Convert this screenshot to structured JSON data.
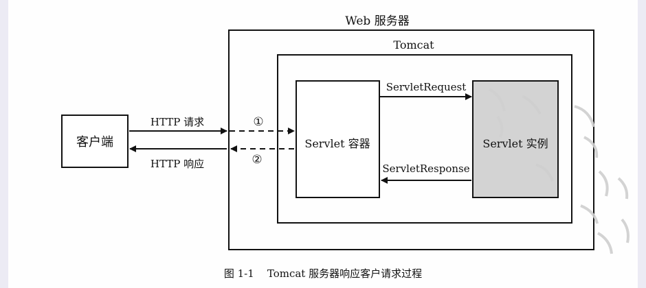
{
  "outer_box": {
    "title": "Web 服务器"
  },
  "inner_box": {
    "title": "Tomcat"
  },
  "client": {
    "label": "客户端"
  },
  "container": {
    "label": "Servlet 容器"
  },
  "instance": {
    "label": "Servlet 实例"
  },
  "arrows": {
    "http_request": "HTTP 请求",
    "http_response": "HTTP 响应",
    "step_1": "①",
    "step_2": "②",
    "servlet_request": "ServletRequest",
    "servlet_response": "ServletResponse"
  },
  "caption": "图 1-1    Tomcat 服务器响应客户请求过程",
  "colors": {
    "line": "#111111",
    "instance_fill": "#d3d3d3",
    "watermark": "#cfcfcf",
    "page_edge": "#ecebf4"
  }
}
